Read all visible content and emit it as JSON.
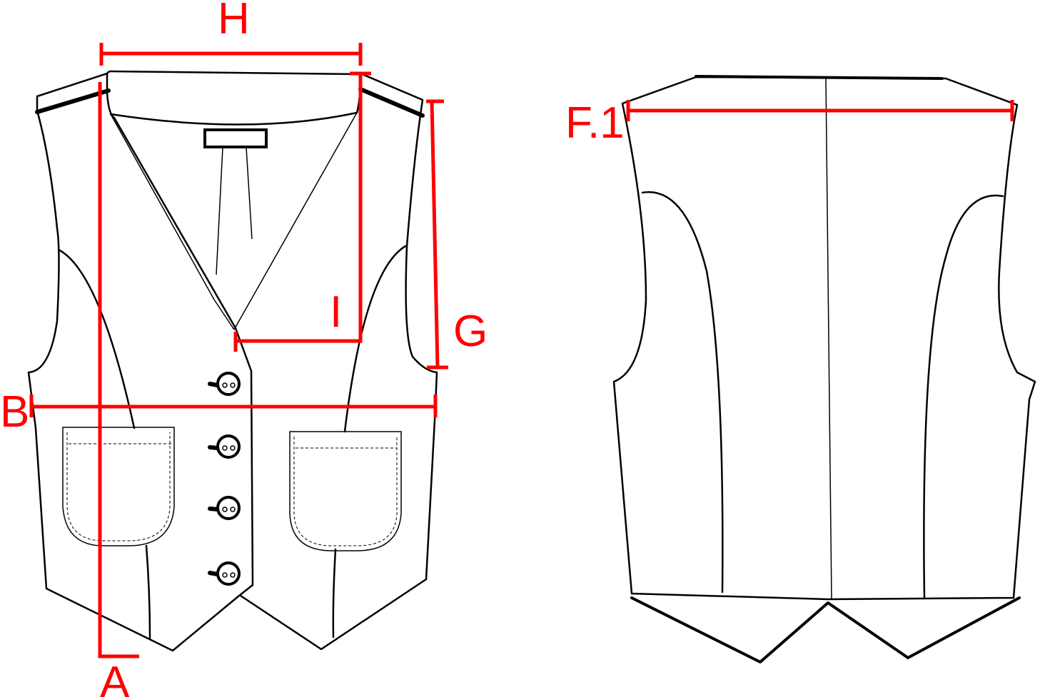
{
  "labels": {
    "A": "A",
    "B": "B",
    "G": "G",
    "H": "H",
    "I": "I",
    "F1": "F.1"
  },
  "colors": {
    "measure": "#ff0000",
    "outline": "#000000"
  }
}
